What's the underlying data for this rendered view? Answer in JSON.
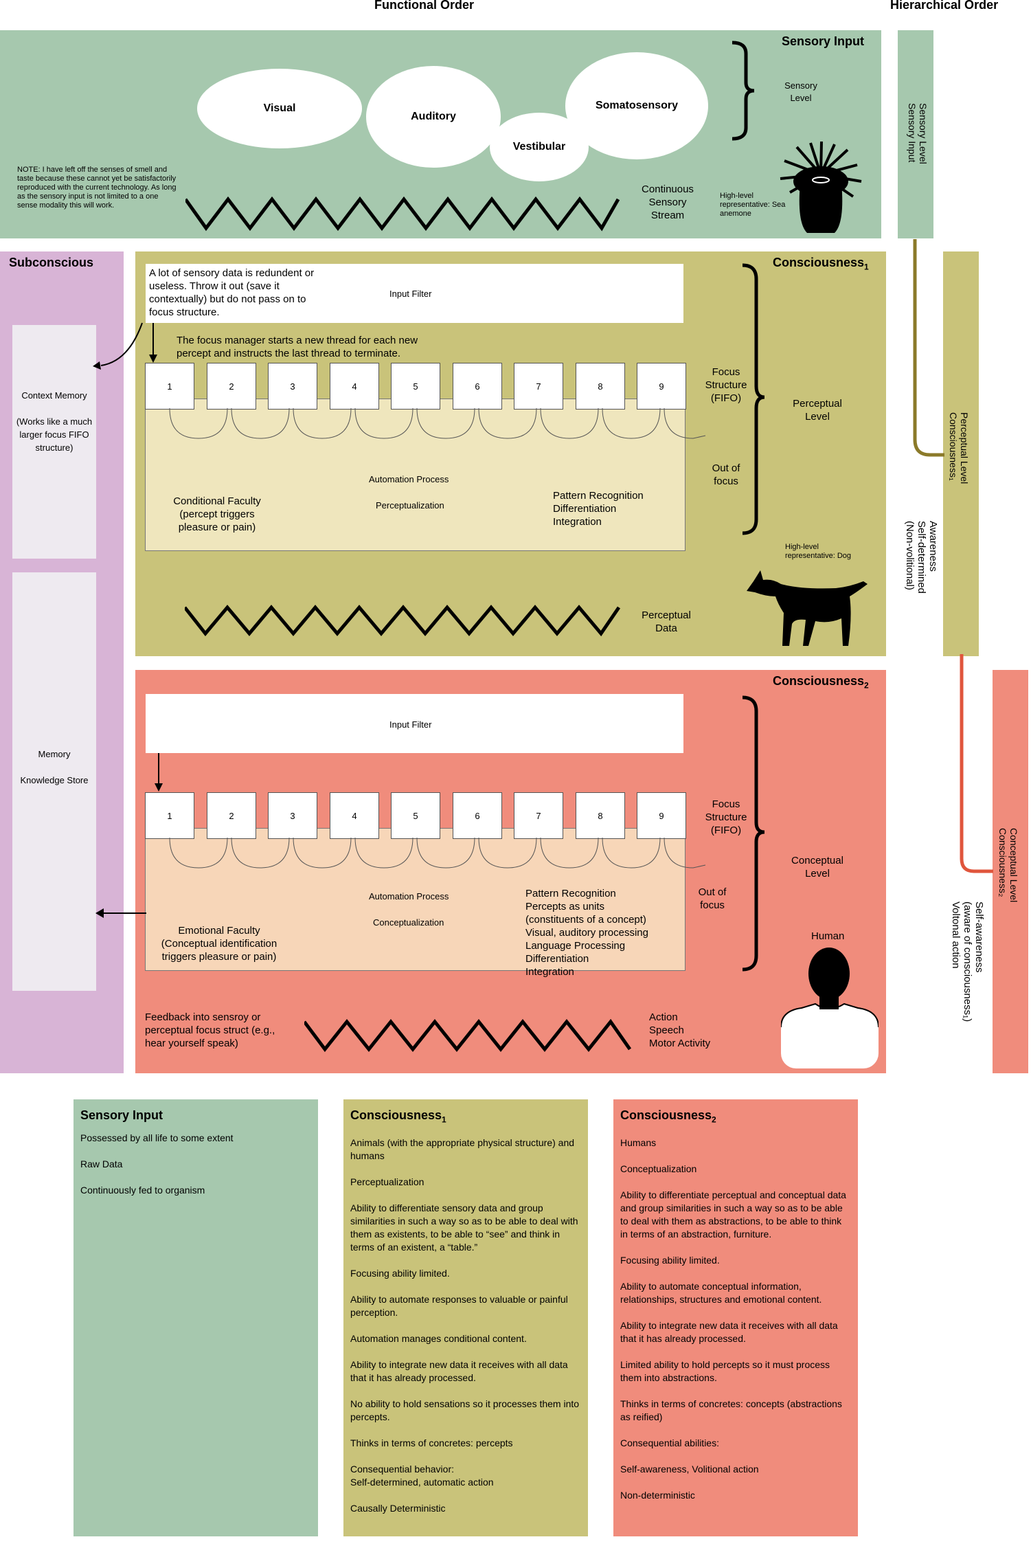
{
  "headers": {
    "functional": "Functional Order",
    "hierarchical": "Hierarchical Order"
  },
  "sensory": {
    "title": "Sensory Input",
    "ellipses": [
      "Visual",
      "Auditory",
      "Vestibular",
      "Somatosensory"
    ],
    "note": "NOTE: I have left off the senses of smell and taste  because  these cannot yet  be satisfactorily reproduced  with the current technology.      As long as the sensory input is not limited to a one sense modality this will work.",
    "stream": "Continuous Sensory Stream",
    "level": "Sensory Level",
    "rep": "High-level representative: Sea anemone"
  },
  "subconscious": {
    "title": "Subconscious",
    "context": "Context Memory\n\n(Works like a much larger focus FIFO structure)",
    "memory": "Memory\n\nKnowledge Store"
  },
  "c1": {
    "title": "Consciousness",
    "sub": "1",
    "input_note": "A lot of sensory data is redundent or useless.  Throw it out (save it contextually) but do not pass on to focus structure.",
    "input_filter": "Input Filter",
    "focus_note": "The focus manager starts a new thread for each new percept and instructs the last thread to terminate.",
    "slots": [
      "1",
      "2",
      "3",
      "4",
      "5",
      "6",
      "7",
      "8",
      "9"
    ],
    "focus": "Focus Structure (FIFO)",
    "out": "Out of focus",
    "automation": "Automation Process",
    "process": "Perceptualization",
    "conditional": "Conditional Faculty (percept triggers pleasure or pain)",
    "pattern": "Pattern Recognition\nDifferentiation\nIntegration",
    "level": "Perceptual Level",
    "rep": "High-level representative: Dog",
    "data": "Perceptual Data"
  },
  "c2": {
    "title": "Consciousness",
    "sub": "2",
    "input_filter": "Input Filter",
    "slots": [
      "1",
      "2",
      "3",
      "4",
      "5",
      "6",
      "7",
      "8",
      "9"
    ],
    "focus": "Focus Structure (FIFO)",
    "out": "Out of focus",
    "automation": "Automation Process",
    "process": "Conceptualization",
    "emotional": "Emotional Faculty (Conceptual identification triggers pleasure or pain)",
    "pattern": "Pattern Recognition\nPercepts as units\n (constituents of a concept)\nVisual, auditory processing\nLanguage Processing\nDifferentiation\nIntegration",
    "level": "Conceptual Level",
    "human": "Human",
    "feedback": "Feedback into sensroy or perceptual focus struct (e.g., hear yourself speak)",
    "action": "Action\nSpeech\nMotor Activity"
  },
  "hierarchy": {
    "sensory_bar": "Sensory Level\nSensory Input",
    "perceptual_bar": "Perceptual Level\nConsciousness₁",
    "awareness": "Awareness\nSelf-determined\n(Non-volitional)",
    "conceptual_bar": "Conceptual Level\nConsciousness₂",
    "self_awareness": "Self-awareness\n(aware of consciousness₁)\nVoltonal action"
  },
  "cards": {
    "sensory": {
      "title": "Sensory Input",
      "items": [
        "Possessed by all life to some extent",
        "Raw Data",
        "Continuously fed to organism"
      ]
    },
    "c1": {
      "title": "Consciousness",
      "sub": "1",
      "items": [
        "Animals (with the appropriate physical structure) and humans",
        "Perceptualization",
        "Ability to differentiate sensory data and group similarities in such a way so as to be able to deal with them as existents, to be able to “see” and think in terms of an existent, a “table.”",
        "Focusing ability limited.",
        "Ability to automate responses to valuable or painful perception.",
        "Automation manages conditional content.",
        "Ability to integrate new data it receives with all data that it has already processed.",
        "No ability to hold sensations so it processes them into percepts.",
        "Thinks in terms of concretes: percepts",
        "Consequential behavior:\nSelf-determined, automatic action",
        "Causally Deterministic"
      ]
    },
    "c2": {
      "title": "Consciousness",
      "sub": "2",
      "items": [
        "Humans",
        "Conceptualization",
        "Ability to differentiate perceptual and conceptual data and group similarities in such a way so as to be able to deal with them as abstractions, to be able to think in terms of an abstraction, furniture.",
        "Focusing ability limited.",
        "Ability to automate conceptual information, relationships, structures and emotional content.",
        "Ability to integrate new data it receives with all data that it has already processed.",
        "Limited ability to hold percepts so it must process\nthem into abstractions.",
        "Thinks in terms of concretes: concepts (abstractions as reified)",
        "Consequential abilities:",
        "Self-awareness, Volitional action",
        "Non-deterministic"
      ]
    }
  },
  "colors": {
    "green": "#a6c8ae",
    "olive": "#c9c37a",
    "salmon": "#f08c7c",
    "pink": "#d8b4d6"
  }
}
